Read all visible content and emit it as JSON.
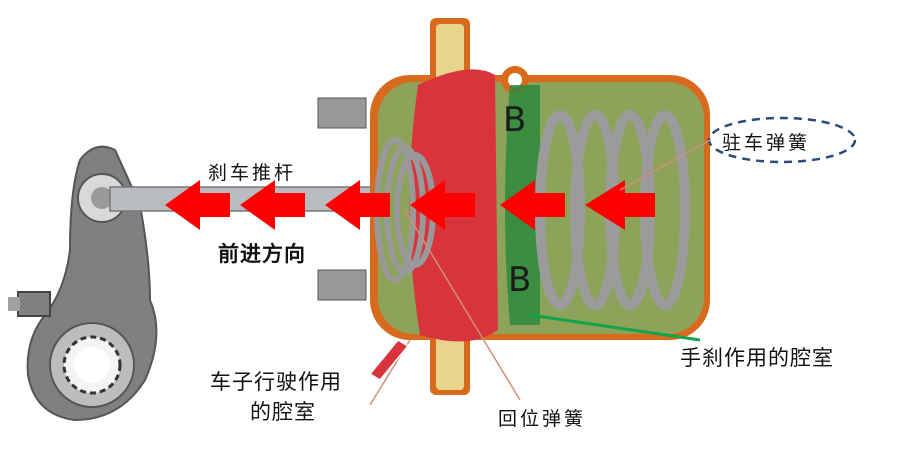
{
  "labels": {
    "push_rod": "刹车推杆",
    "forward_direction": "前进方向",
    "parking_spring": "驻车弹簧",
    "handbrake_chamber": "手刹作用的腔室",
    "driving_chamber_line1": "车子行驶作用",
    "driving_chamber_line2": "的腔室",
    "return_spring": "回位弹簧",
    "chamber_b_upper": "B",
    "chamber_b_lower": "B"
  },
  "colors": {
    "arrow_red": "#ff0000",
    "diaphragm_red": "#d9343c",
    "chamber_green": "#8ea35a",
    "housing_orange": "#d86a1d",
    "green_pointer": "#13a34a",
    "spring_dash": "#2a4a7a",
    "lever_gray": "#7f8082",
    "rod_gray": "#b9bcc0"
  },
  "icons": {
    "force_arrows": "left-arrow"
  }
}
